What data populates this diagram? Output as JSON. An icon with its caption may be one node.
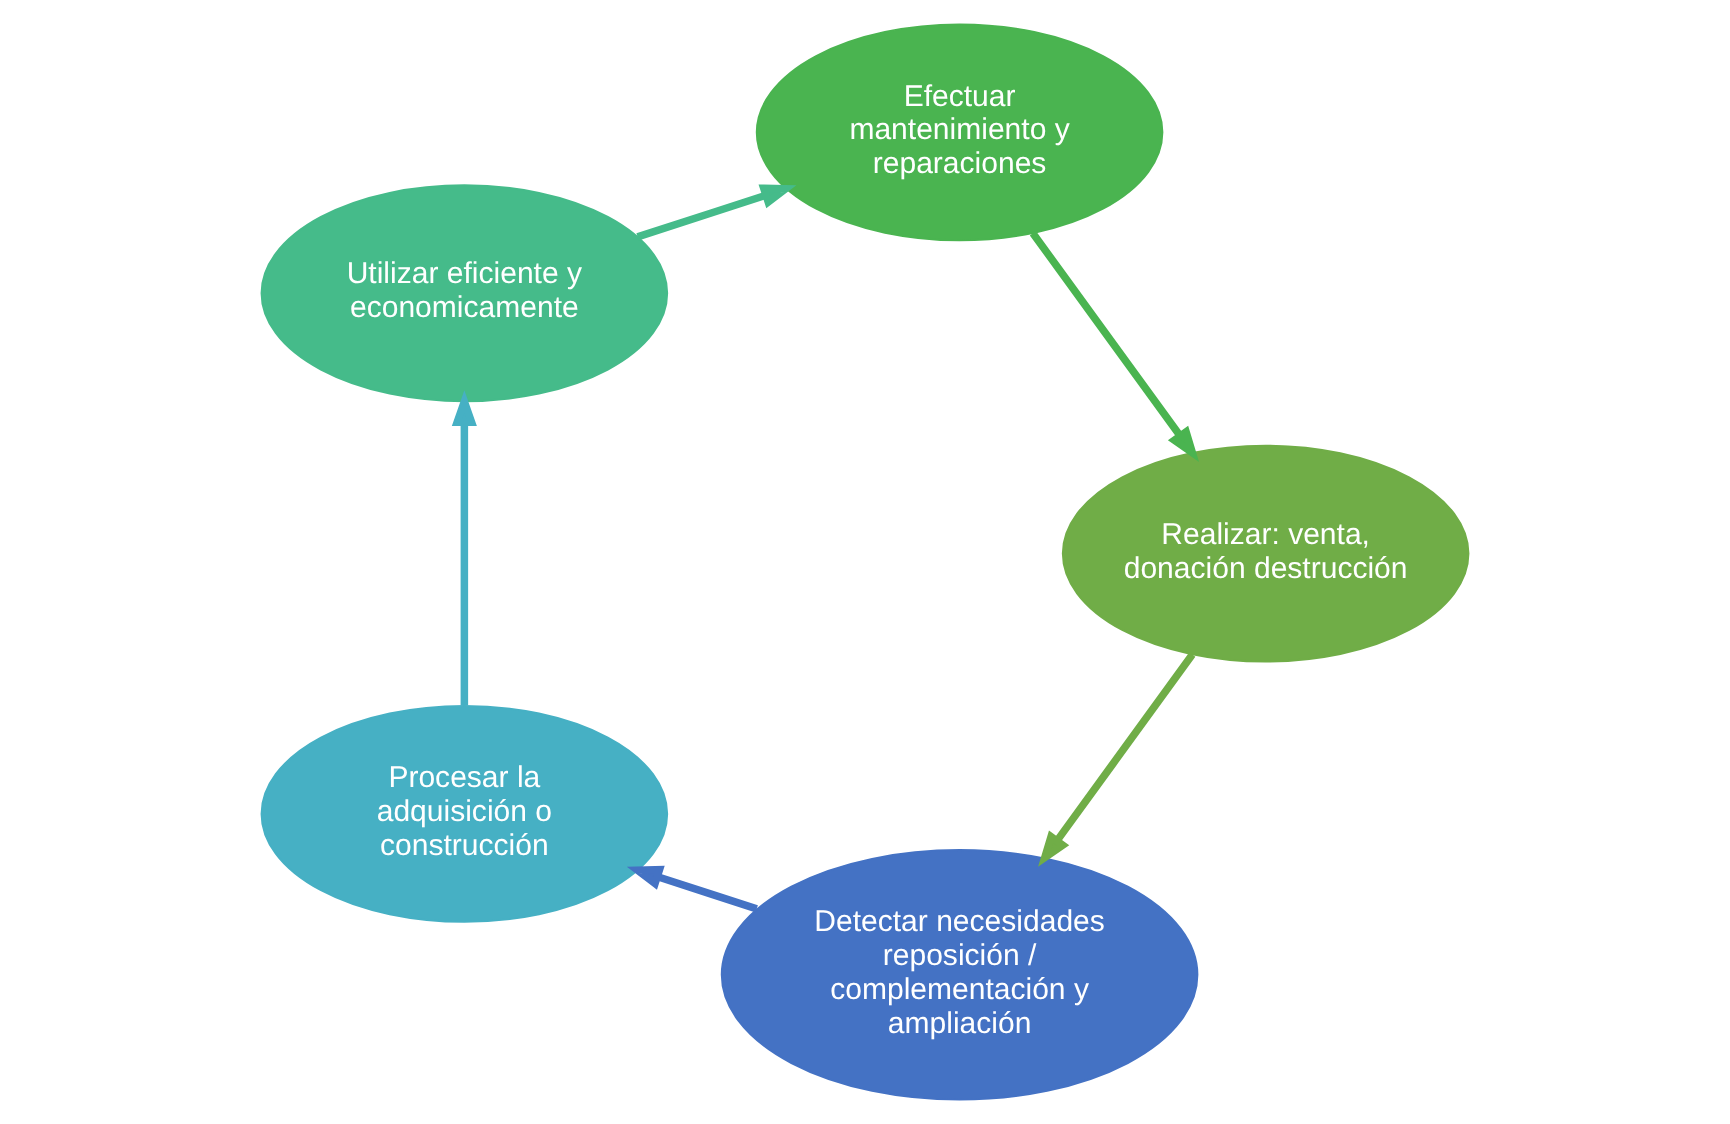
{
  "diagram": {
    "nodes": [
      {
        "text": [
          "Detectar necesidades reposición / complementación y ampliación"
        ]
      },
      {
        "text": [
          "Procesar la adquisición o construcción"
        ]
      },
      {
        "text": [
          "Utilizar eficiente y economicamente"
        ]
      },
      {
        "text": [
          "Efectuar mantenimiento y reparaciones"
        ]
      },
      {
        "text": [
          "Realizar: venta, donación destrucción"
        ]
      }
    ],
    "edges": [
      {
        "from": 0,
        "to": 1,
        "arrow": "to",
        "color": "#4472c4"
      },
      {
        "from": 1,
        "to": 2,
        "arrow": "to",
        "color": "#46b0c4"
      },
      {
        "from": 2,
        "to": 3,
        "arrow": "to",
        "color": "#45bb8a"
      },
      {
        "from": 3,
        "to": 4,
        "arrow": "to",
        "color": "#4ab450"
      },
      {
        "from": 4,
        "to": 0,
        "arrow": "to",
        "color": "#70ad47"
      }
    ]
  }
}
